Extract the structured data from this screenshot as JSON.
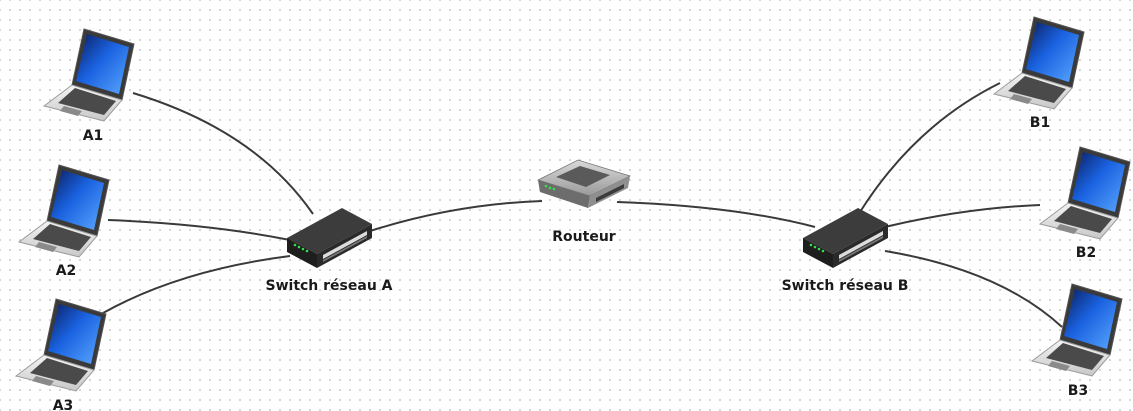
{
  "nodes": {
    "a1": {
      "label": "A1"
    },
    "a2": {
      "label": "A2"
    },
    "a3": {
      "label": "A3"
    },
    "switch_a": {
      "label": "Switch réseau A"
    },
    "router": {
      "label": "Routeur"
    },
    "switch_b": {
      "label": "Switch réseau B"
    },
    "b1": {
      "label": "B1"
    },
    "b2": {
      "label": "B2"
    },
    "b3": {
      "label": "B3"
    }
  },
  "links": [
    [
      "a1",
      "switch_a"
    ],
    [
      "a2",
      "switch_a"
    ],
    [
      "a3",
      "switch_a"
    ],
    [
      "switch_a",
      "router"
    ],
    [
      "router",
      "switch_b"
    ],
    [
      "switch_b",
      "b1"
    ],
    [
      "switch_b",
      "b2"
    ],
    [
      "switch_b",
      "b3"
    ]
  ],
  "colors": {
    "screen": "#1a62e0",
    "device_body": "#2a2a2a",
    "led": "#36e04a",
    "link": "#3a3a3a"
  }
}
